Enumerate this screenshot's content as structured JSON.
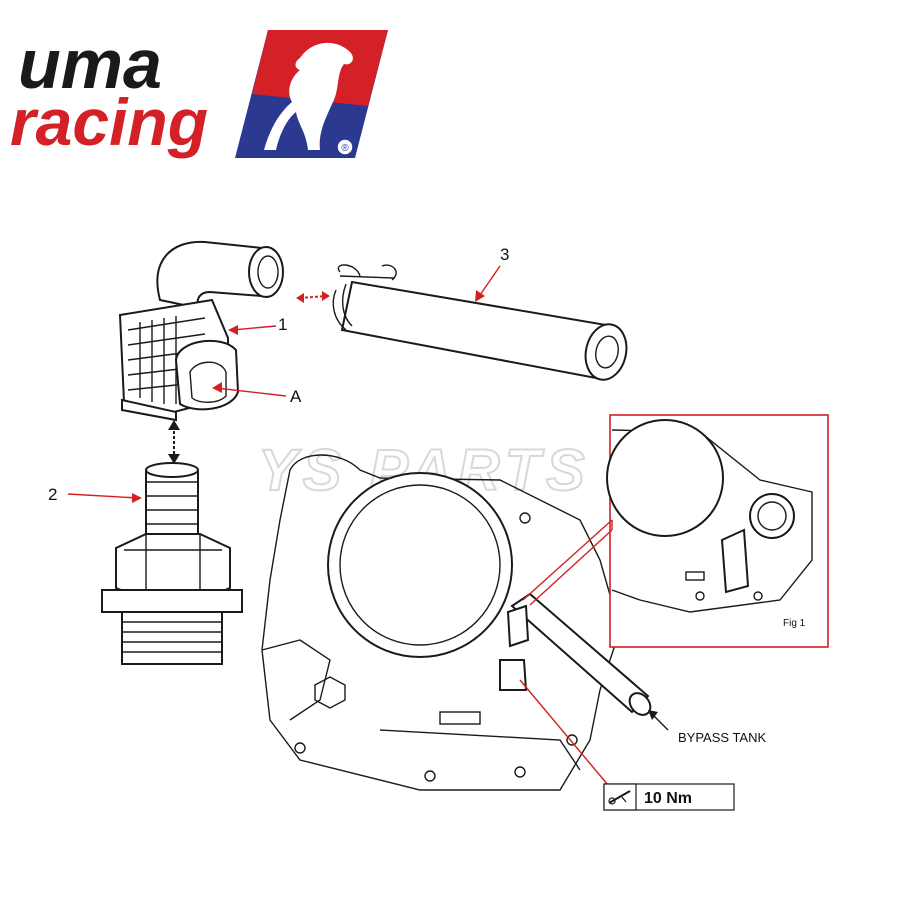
{
  "logo": {
    "line1": "uma",
    "line2": "racing",
    "registered": "®",
    "colors": {
      "text": "#1a1a1a",
      "text_red": "#d42027",
      "badge_blue": "#2b3990",
      "badge_red": "#d42027"
    }
  },
  "watermark": {
    "text": "YS PARTS"
  },
  "callouts": {
    "part1": "1",
    "part2": "2",
    "part3": "3",
    "partA": "A"
  },
  "inset": {
    "caption": "Fig 1"
  },
  "labels": {
    "bypass": "BYPASS TANK",
    "torque": "10 Nm"
  },
  "colors": {
    "accent_red": "#d42020",
    "line": "#1a1a1a"
  }
}
